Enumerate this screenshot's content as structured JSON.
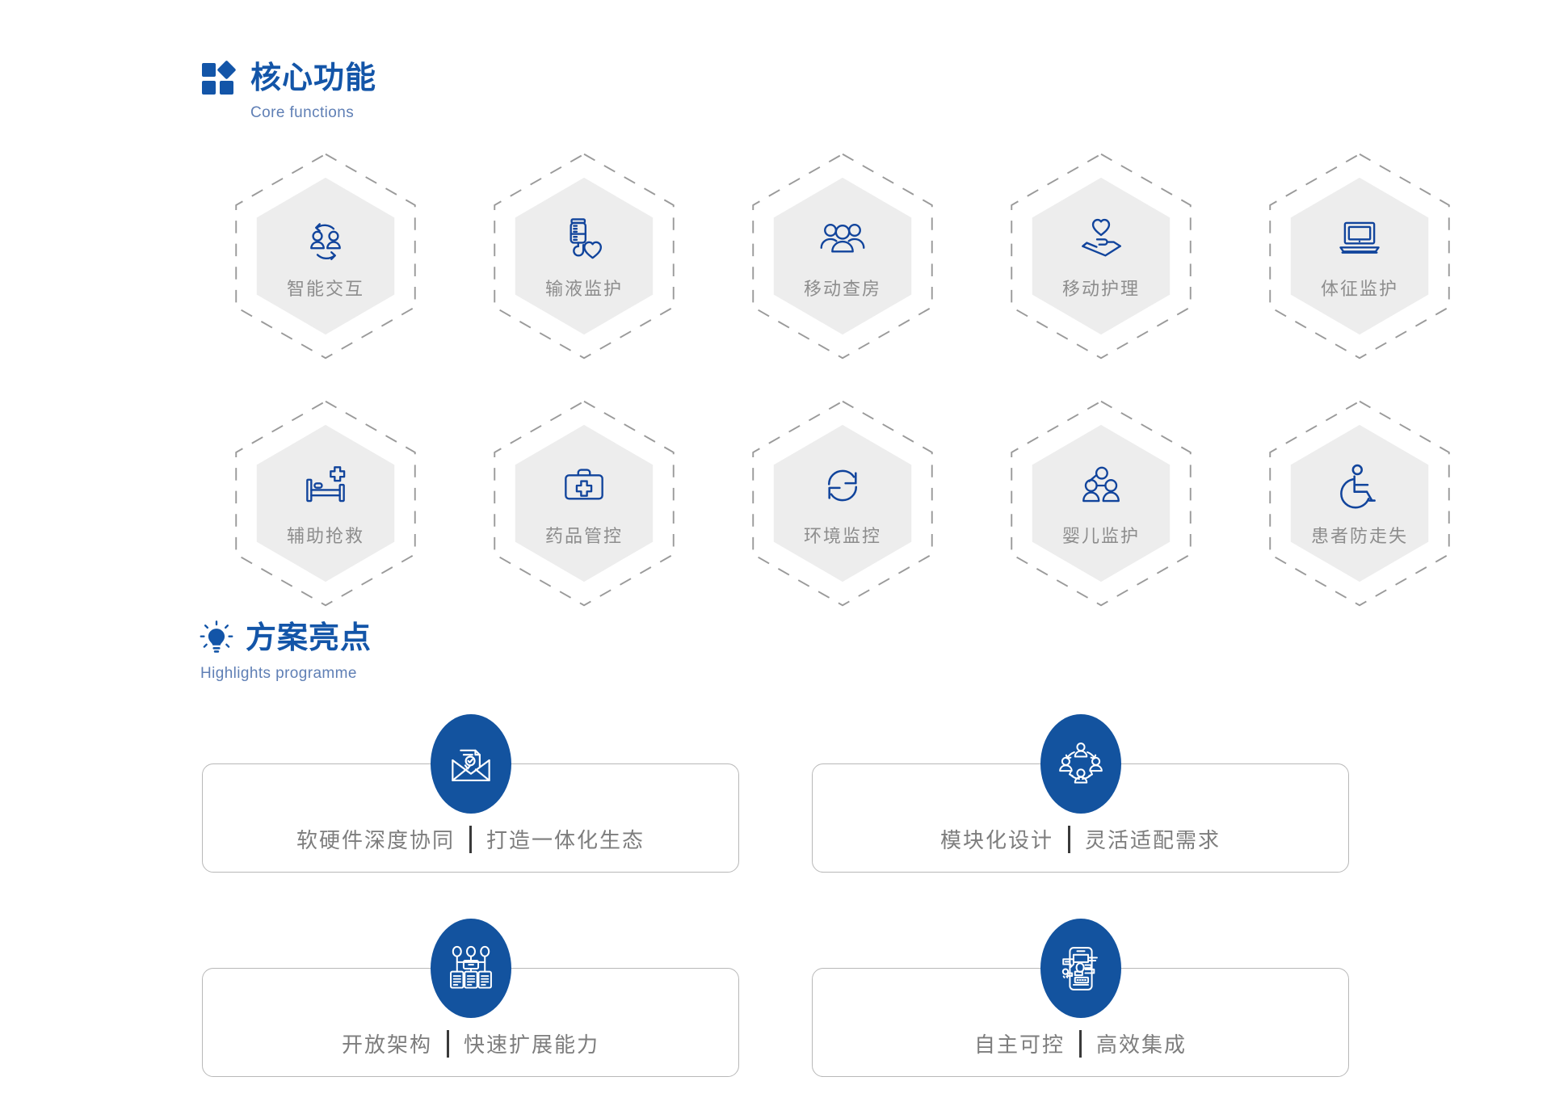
{
  "theme": {
    "brand_blue": "#1355a8",
    "badge_blue": "#13539f",
    "hex_fill": "#ededed",
    "hex_dash_border": "#9a9a9a",
    "label_gray": "#8d8d8d",
    "subtitle_blue": "#5f7fb5",
    "card_border": "#b8b8b8",
    "background": "#ffffff"
  },
  "sections": {
    "core": {
      "title": "核心功能",
      "subtitle": "Core functions",
      "icon": "four-squares-icon"
    },
    "highlights": {
      "title": "方案亮点",
      "subtitle": "Highlights programme",
      "icon": "lightbulb-icon"
    }
  },
  "core_features": {
    "row1": [
      {
        "label": "智能交互",
        "icon": "people-exchange-icon"
      },
      {
        "label": "输液监护",
        "icon": "iv-drip-heart-icon"
      },
      {
        "label": "移动查房",
        "icon": "group-people-icon"
      },
      {
        "label": "移动护理",
        "icon": "hand-heart-icon"
      },
      {
        "label": "体征监护",
        "icon": "laptop-icon"
      }
    ],
    "row2": [
      {
        "label": "辅助抢救",
        "icon": "hospital-bed-cross-icon"
      },
      {
        "label": "药品管控",
        "icon": "medical-kit-icon"
      },
      {
        "label": "环境监控",
        "icon": "refresh-cycle-icon"
      },
      {
        "label": "婴儿监护",
        "icon": "family-baby-icon"
      },
      {
        "label": "患者防走失",
        "icon": "wheelchair-icon"
      }
    ]
  },
  "highlight_cards": {
    "row1": [
      {
        "left": "软硬件深度协同",
        "right": "打造一体化生态",
        "icon": "envelope-document-check-icon"
      },
      {
        "left": "模块化设计",
        "right": "灵活适配需求",
        "icon": "collaboration-network-icon"
      }
    ],
    "row2": [
      {
        "left": "开放架构",
        "right": "快速扩展能力",
        "icon": "server-architecture-icon"
      },
      {
        "left": "自主可控",
        "right": "高效集成",
        "icon": "mobile-integration-icon"
      }
    ]
  }
}
